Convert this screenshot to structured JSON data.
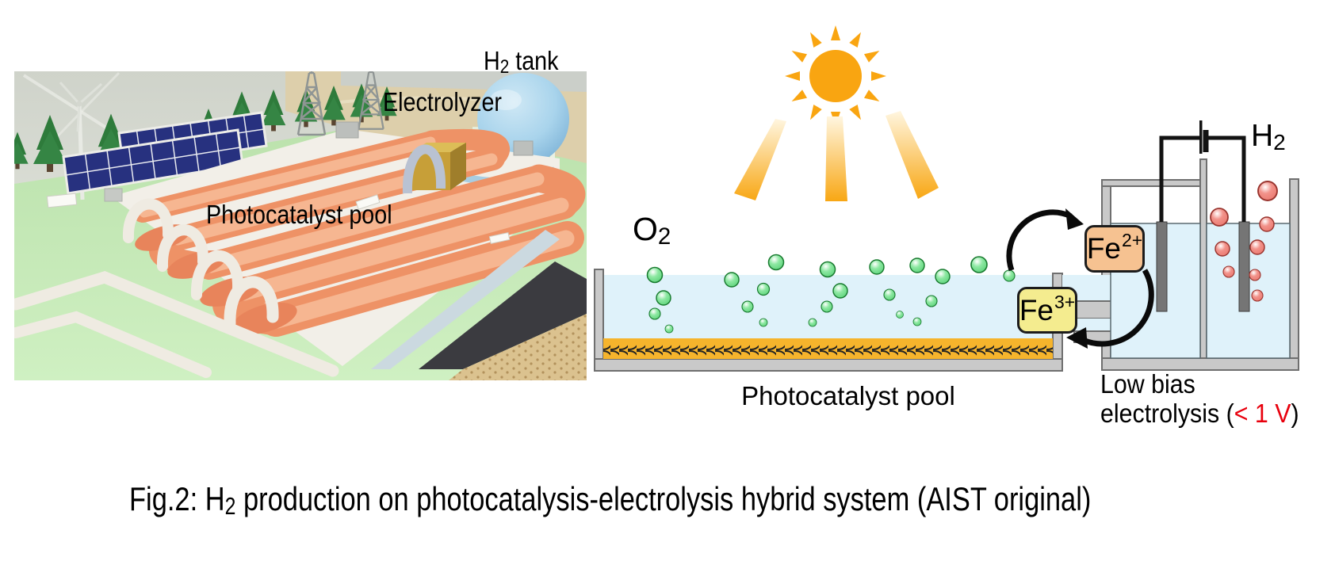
{
  "page": {
    "background": "#FFFFFF"
  },
  "photo": {
    "description": "Scale model photo of photocatalyst pool plant",
    "labels": {
      "h2_tank": {
        "base": "H",
        "sub": "2",
        "rest": " tank"
      },
      "electrolyzer": "Electrolyzer",
      "pool": "Photocatalyst pool"
    }
  },
  "diagram": {
    "labels": {
      "o2": {
        "base": "O",
        "sub": "2"
      },
      "h2": {
        "base": "H",
        "sub": "2"
      },
      "fe2": {
        "base": "Fe",
        "sup": "2+"
      },
      "fe3": {
        "base": "Fe",
        "sup": "3+"
      },
      "pool": "Photocatalyst pool",
      "low_bias_line1": "Low bias",
      "low_bias_line2_prefix": "electrolysis (",
      "voltage": "< 1 V",
      "low_bias_line2_suffix": ")"
    },
    "colors": {
      "sun": "#F9A511",
      "sunbeam_top": "#FFF6E0",
      "sunbeam_bottom": "#F8A714",
      "water": "#DFF2FA",
      "container": "#C9C9C9",
      "container_outline": "#6F6F6F",
      "catalyst_bead": "#F6B42C",
      "o2_bubble": "#8DE8A2",
      "h2_bubble": "#F2928A",
      "fe2_box": "#F6C291",
      "fe3_box": "#F4EC8F",
      "electrode": "#757575",
      "wire": "#121212",
      "voltage_red": "#E8000D"
    }
  },
  "caption": {
    "prefix": "Fig.2: H",
    "sub": "2",
    "suffix": " production on photocatalysis-electrolysis hybrid system (AIST original)"
  }
}
